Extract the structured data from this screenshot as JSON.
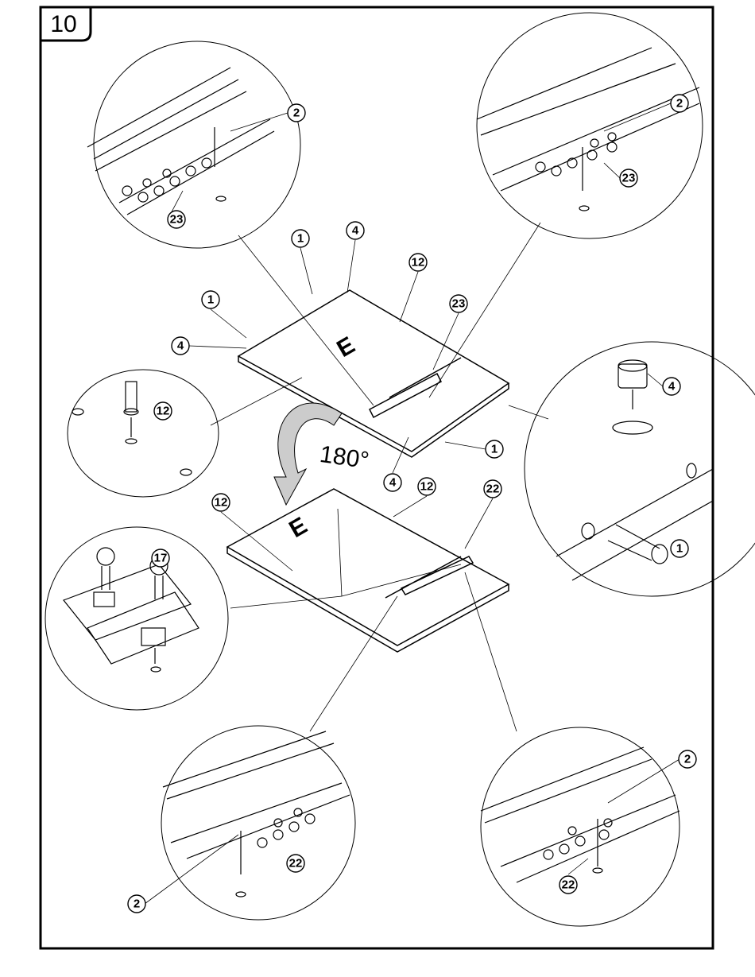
{
  "step_number": "10",
  "rotation_label": "180°",
  "panel_labels": [
    "E",
    "E"
  ],
  "callouts": [
    "2",
    "23",
    "2",
    "23",
    "1",
    "4",
    "12",
    "23",
    "1",
    "4",
    "12",
    "4",
    "1",
    "4",
    "12",
    "22",
    "12",
    "17",
    "1",
    "2",
    "22",
    "2",
    "22"
  ],
  "colors": {
    "line": "#000000",
    "background": "#ffffff"
  }
}
